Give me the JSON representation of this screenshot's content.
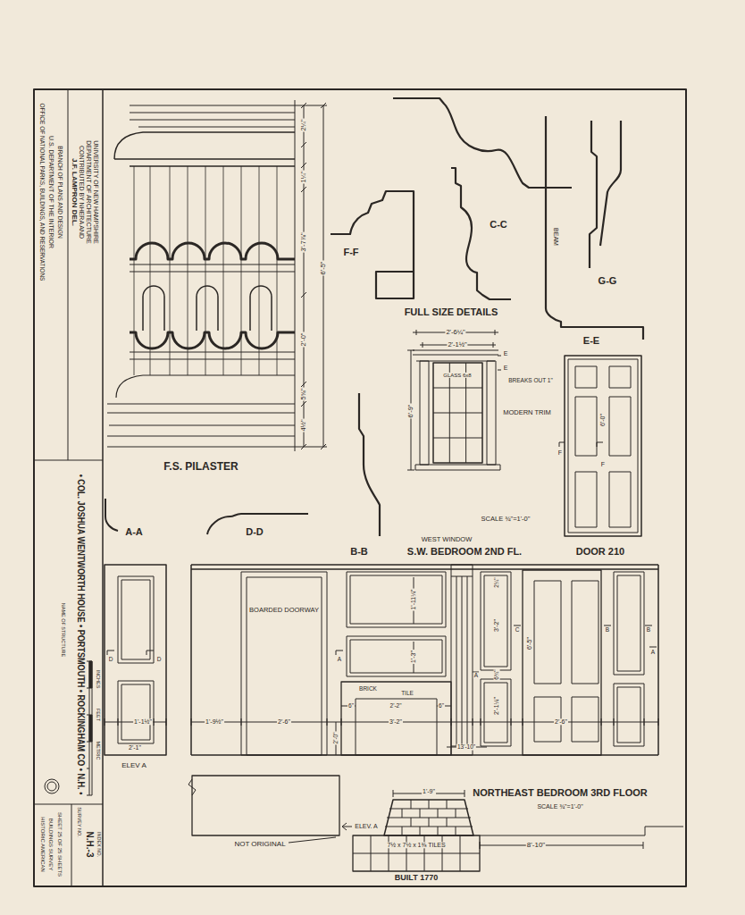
{
  "diagram": {
    "title": "• COL. JOSHUA WENTWORTH HOUSE • PORTSMOUTH • ROCKINGHAM CO • N.H. •",
    "labels": [
      "U.S. DEPARTMENT OF THE INTERIOR",
      "OFFICE OF NATIONAL PARKS, BUILDINGS, AND RESERVATIONS",
      "BRANCH OF PLANS AND DESIGN",
      "J.F. LAMPRON DEL.",
      "CONTRIBUTED BY NHERA AND",
      "DEPARTMENT OF ARCHITECTURE",
      "UNIVERSITY OF NEW HAMPSHIRE",
      "NAME OF STRUCTURE",
      "INCHES",
      "FEET",
      "METRIC",
      "SURVEY NO.",
      "N.H.-3",
      "HISTORIC AMERICAN",
      "BUILDINGS SURVEY",
      "SHEET 25 OF 25 SHEETS",
      "INDEX NO.",
      "2¼\"",
      "1¼\"",
      "3'-7⅞\"",
      "2'-0\"",
      "5⅝\"",
      "4½\"",
      "6'-5\"",
      "F.S. PILASTER",
      "F-F",
      "C-C",
      "BEAM",
      "G-G",
      "E-E",
      "FULL SIZE DETAILS",
      "2'-6¼\"",
      "2'-1½\"",
      "E",
      "E",
      "BREAKS OUT 1\"",
      "GLASS 6x8",
      "MODERN TRIM",
      "6'-9\"",
      "SCALE ¾\"=1'-0\"",
      "WEST WINDOW",
      "S.W. BEDROOM 2ND FL.",
      "6'-0\"",
      "F",
      "F",
      "DOOR 210",
      "A-A",
      "D-D",
      "B-B",
      "BOARDED DOORWAY",
      "1'-11¼\"",
      "1'-3\"",
      "2¼\"",
      "3'-2\"",
      "6¾\"",
      "2'-1¼\"",
      "6'-5\"",
      "BRICK",
      "TILE",
      "2'-2\"",
      "6\"",
      "6\"",
      "3'-2\"",
      "2'-0\"",
      "1'-9½\"",
      "2'-6\"",
      "2'-6\"",
      "13'-10\"",
      "1'-1½\"",
      "2'-1\"",
      "ELEV A",
      "D",
      "D",
      "A",
      "A",
      "C",
      "B",
      "B",
      "A",
      "NORTHEAST BEDROOM 3RD FLOOR",
      "SCALE ¾\"=1'-0\"",
      "ELEV. A",
      "1'-9\"",
      "NOT ORIGINAL",
      "7½ x 7½ x 1⅜ TILES",
      "8'-10\"",
      "BUILT 1770"
    ]
  }
}
